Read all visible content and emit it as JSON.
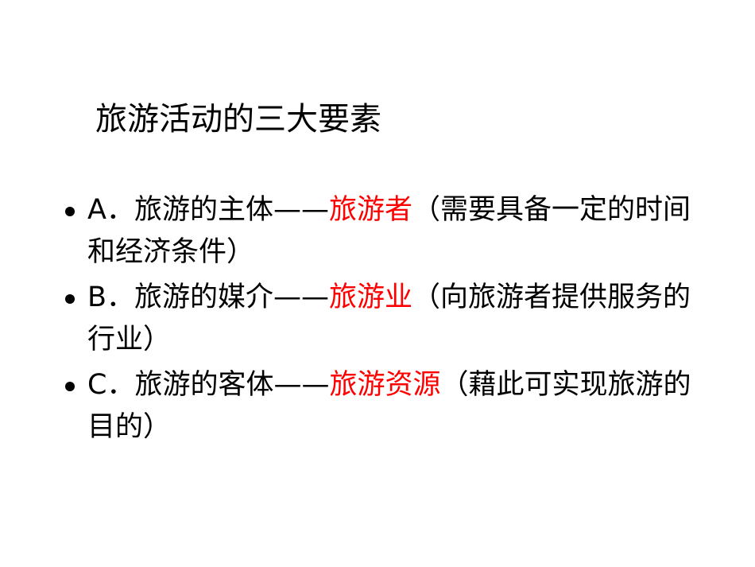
{
  "slide": {
    "title": "旅游活动的三大要素",
    "accent_color": "#ff0000",
    "items": [
      {
        "prefix": "A．旅游的主体——",
        "highlight": "旅游者",
        "suffix": "（需要具备一定的时间和经济条件）"
      },
      {
        "prefix": "B．旅游的媒介——",
        "highlight": "旅游业",
        "suffix": "（向旅游者提供服务的行业）"
      },
      {
        "prefix": "C．旅游的客体——",
        "highlight": "旅游资源",
        "suffix": "（藉此可实现旅游的目的）"
      }
    ]
  }
}
